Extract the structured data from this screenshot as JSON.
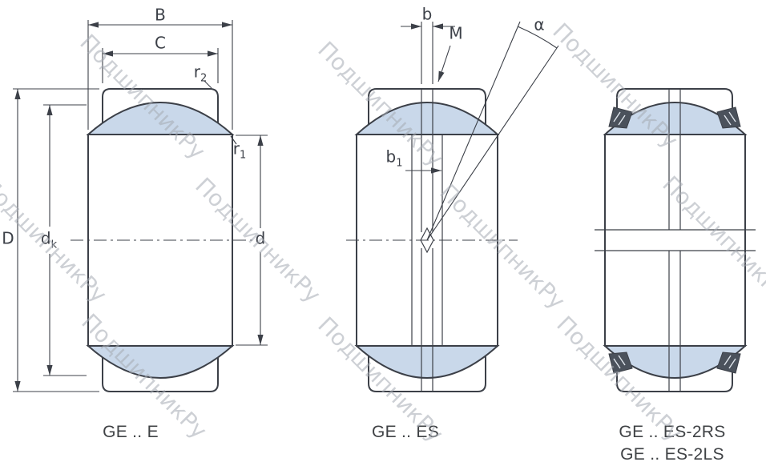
{
  "watermark": {
    "text": "ПодшипникРу"
  },
  "dimension_labels": {
    "B": {
      "main": "B",
      "sub": ""
    },
    "C": {
      "main": "C",
      "sub": ""
    },
    "r2": {
      "main": "r",
      "sub": "2"
    },
    "r1": {
      "main": "r",
      "sub": "1"
    },
    "D": {
      "main": "D",
      "sub": ""
    },
    "dk": {
      "main": "d",
      "sub": "k"
    },
    "d": {
      "main": "d",
      "sub": ""
    },
    "b": {
      "main": "b",
      "sub": ""
    },
    "M": {
      "main": "M",
      "sub": ""
    },
    "b1": {
      "main": "b",
      "sub": "1"
    },
    "alpha": {
      "main": "α",
      "sub": ""
    }
  },
  "captions": {
    "left": "GE .. E",
    "middle": "GE .. ES",
    "right_top": "GE .. ES-2RS",
    "right_bottom": "GE .. ES-2LS"
  },
  "colors": {
    "ring_fill": "#c9d8ea",
    "outline": "#3c4048",
    "caption_text": "#3f4245",
    "watermark": "#a6abb3",
    "background": "#ffffff"
  }
}
